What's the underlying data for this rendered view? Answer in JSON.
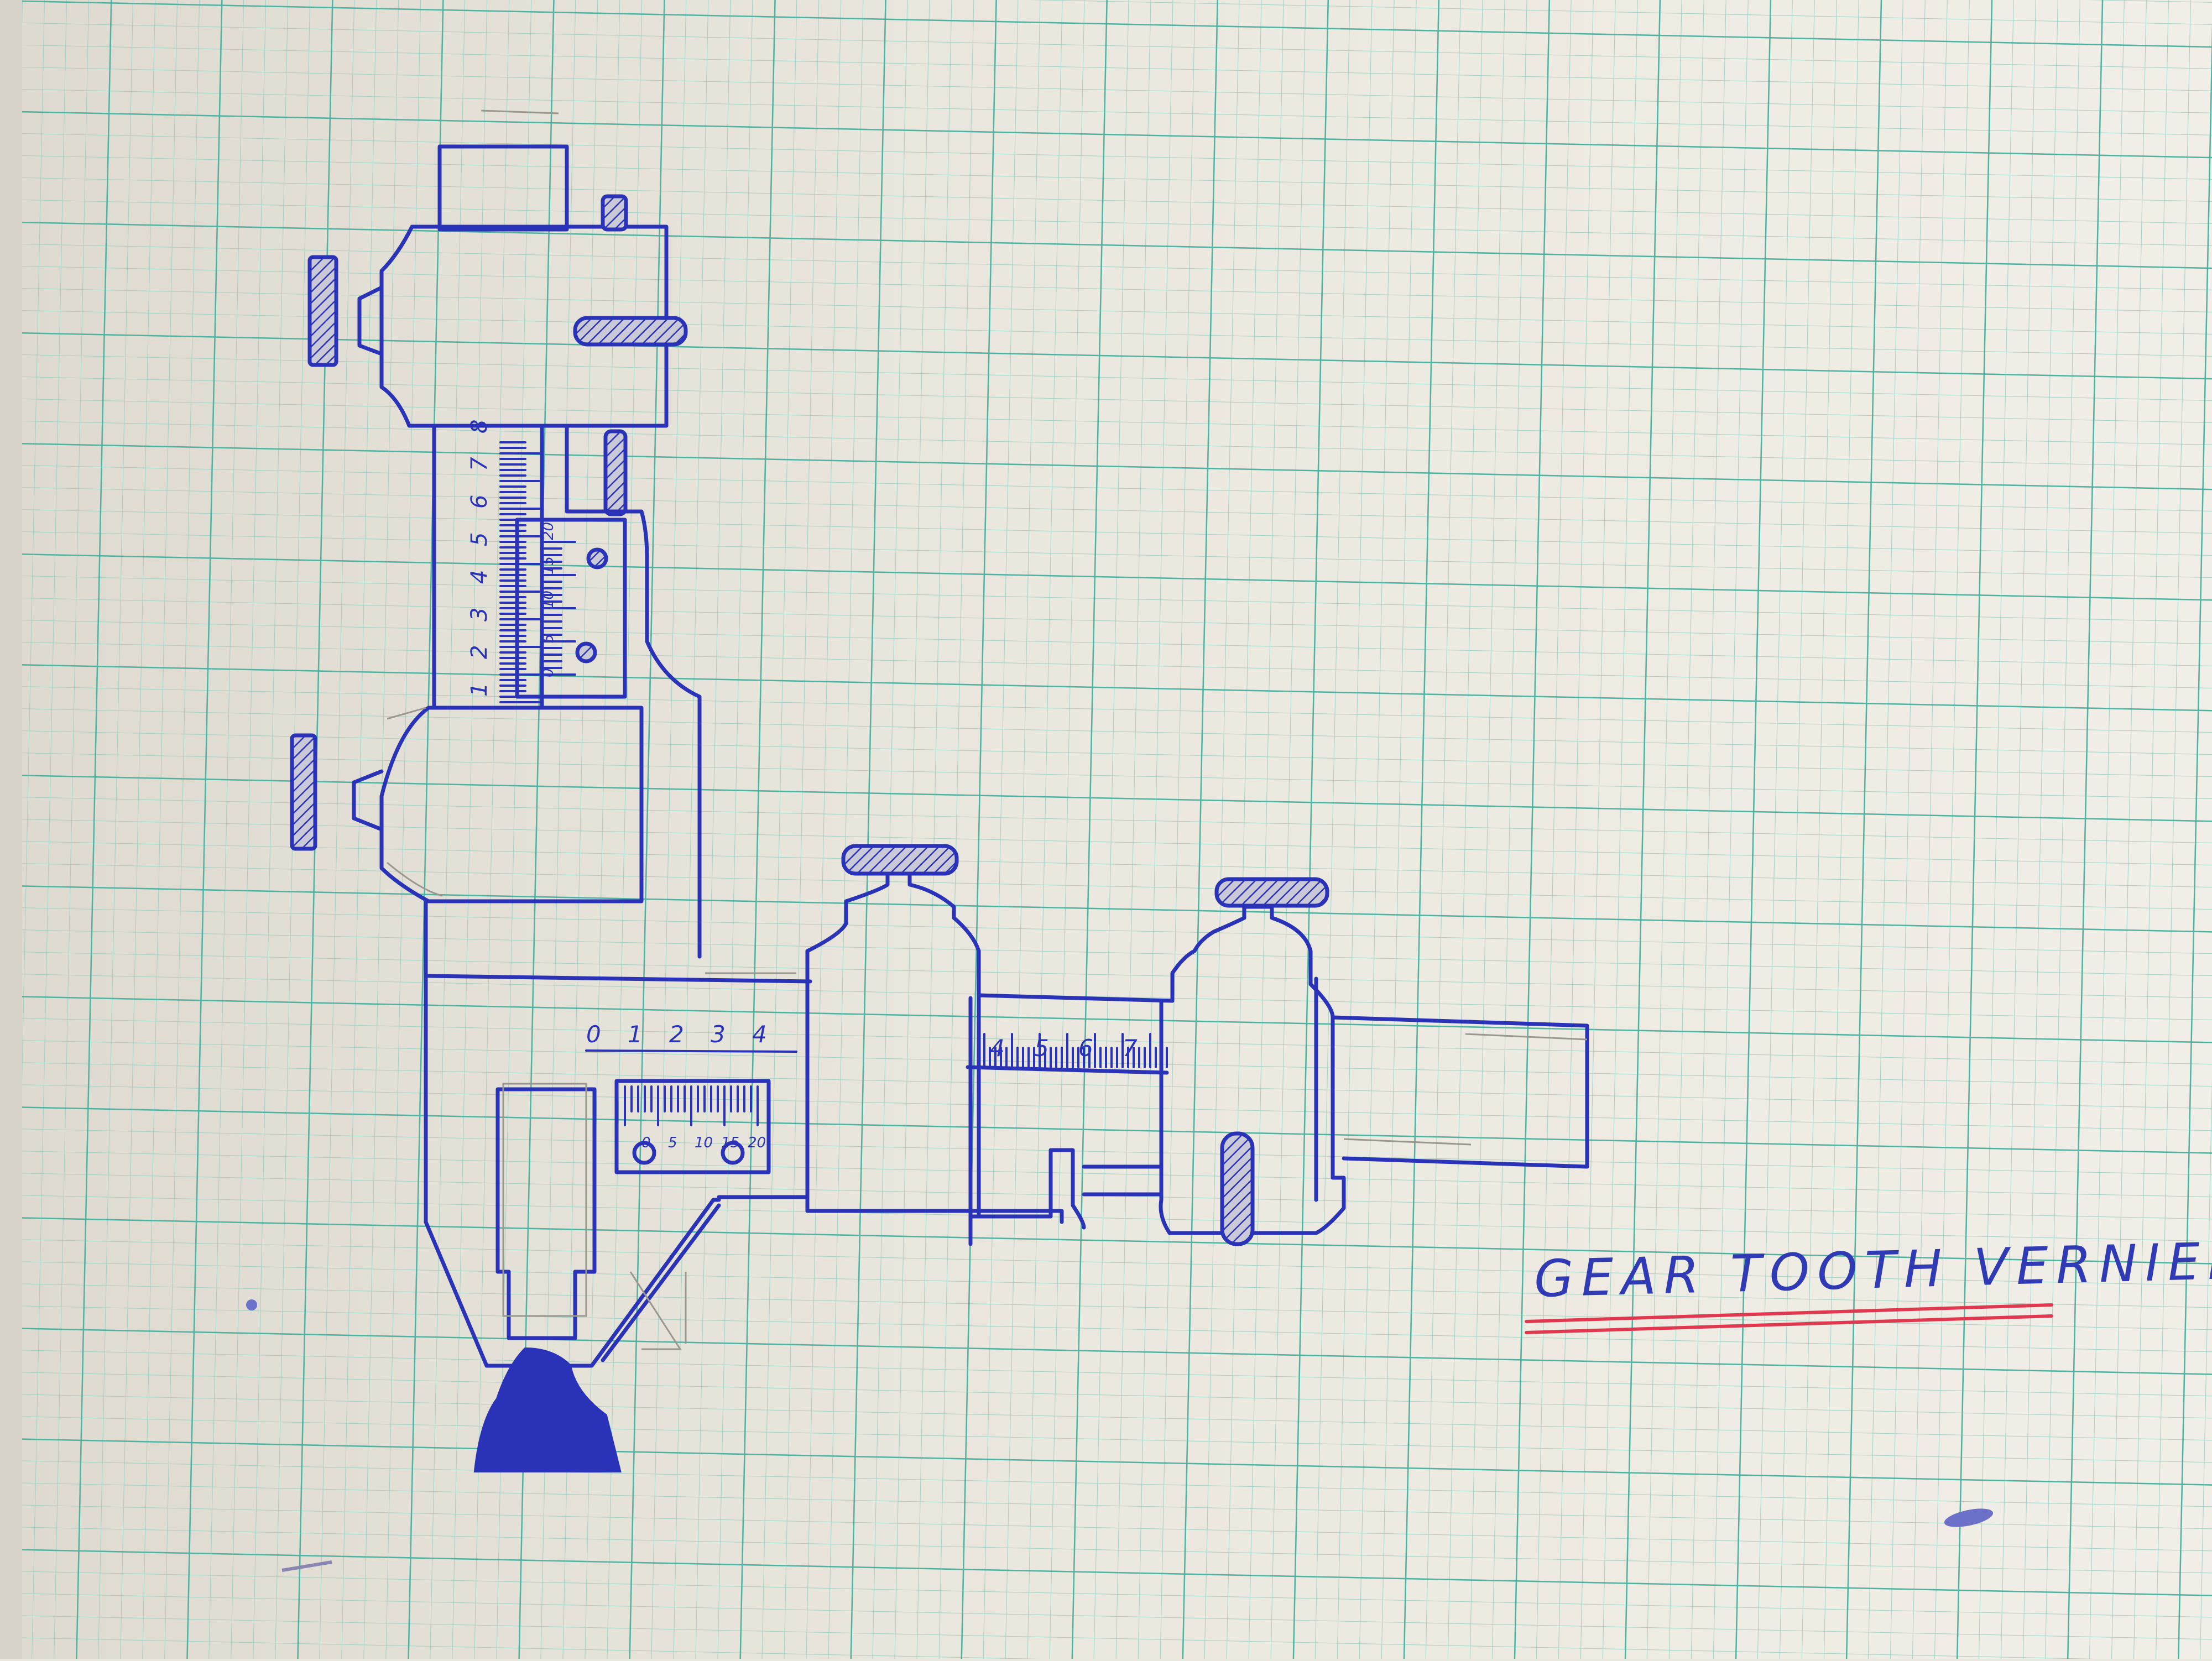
{
  "drawing": {
    "title": "GEAR TOOTH VERNIER.",
    "vertical_main_scale": [
      "1",
      "2",
      "3",
      "4",
      "5",
      "6",
      "7",
      "8"
    ],
    "vertical_vernier_scale": [
      "0",
      "5",
      "10",
      "15",
      "20"
    ],
    "horizontal_main_scale_left": [
      "0",
      "1",
      "2",
      "3",
      "4"
    ],
    "horizontal_main_scale_right": [
      "4",
      "5",
      "6",
      "7"
    ],
    "horizontal_vernier_scale": [
      "0",
      "5",
      "10",
      "15",
      "20"
    ]
  },
  "colors": {
    "ink": "#2a33b8",
    "grid_major": "#4fb3a2",
    "grid_minor": "#9fd0c4",
    "underline": "#e0394f",
    "paper": "#e9e6dd"
  }
}
